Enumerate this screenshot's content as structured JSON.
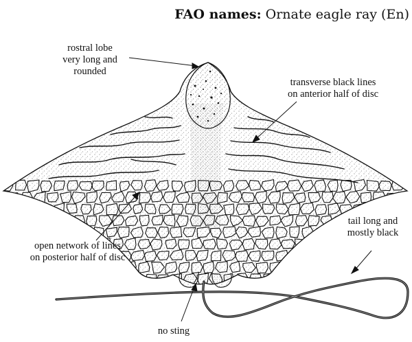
{
  "header": {
    "title_label": "FAO names:",
    "common_name": "Ornate eagle ray (En)"
  },
  "annotations": {
    "rostral_lobe": [
      "rostral lobe",
      "very long and",
      "rounded"
    ],
    "transverse_lines": [
      "transverse black lines",
      "on anterior half of disc"
    ],
    "open_network": [
      "open network of lines",
      "on posterior half of disc"
    ],
    "tail": [
      "tail long and",
      "mostly black"
    ],
    "no_sting": [
      "no sting"
    ]
  },
  "colors": {
    "ink": "#111111",
    "paper": "#ffffff",
    "stipple": "#555555"
  }
}
